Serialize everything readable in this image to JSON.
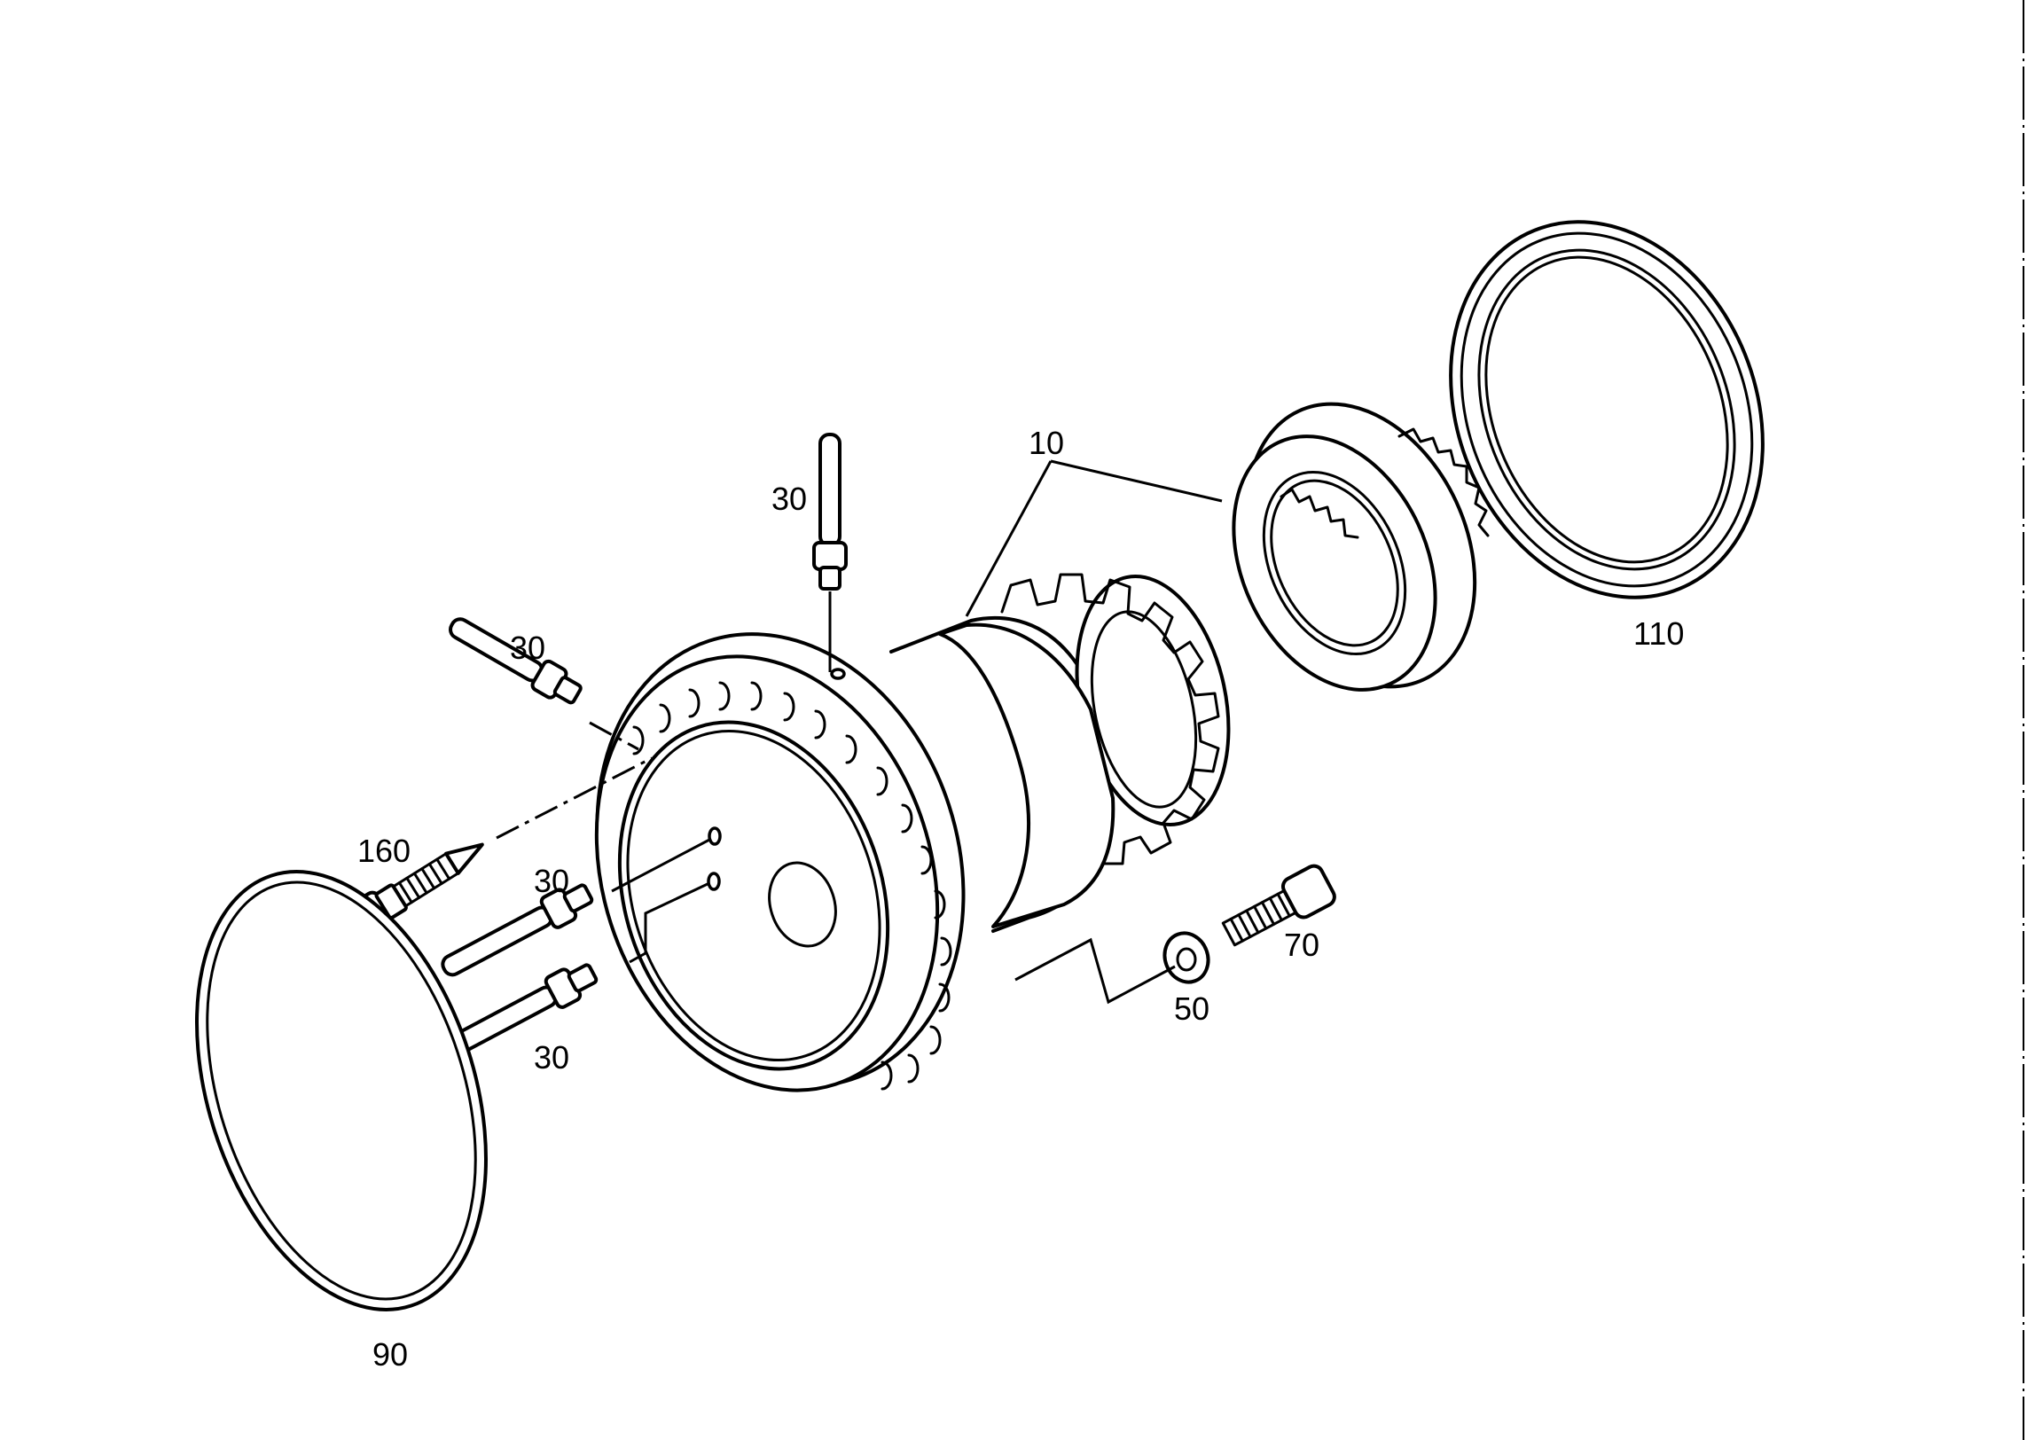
{
  "callouts": {
    "c10": "10",
    "c30_top": "30",
    "c30_left": "30",
    "c30_mid": "30",
    "c30_low": "30",
    "c50": "50",
    "c70": "70",
    "c90": "90",
    "c110": "110",
    "c160": "160"
  },
  "colors": {
    "line": "#000000",
    "paper": "#ffffff"
  }
}
